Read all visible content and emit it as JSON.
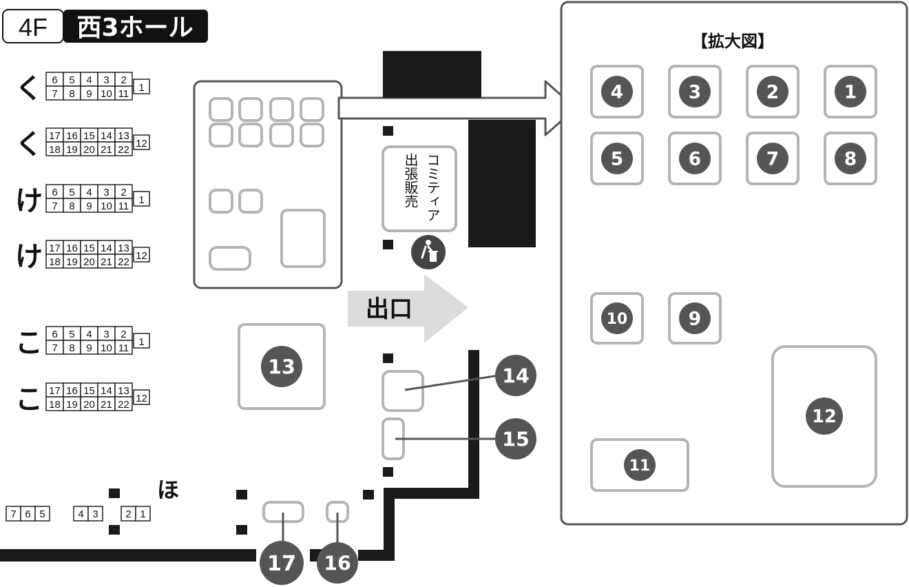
{
  "floor": {
    "level": "4F",
    "hall": "西3ホール"
  },
  "zoom_title": "【拡大図】",
  "exit_label": "出口",
  "sales_booth": {
    "line1": "コミティア",
    "line2": "出張販売"
  },
  "icons": {
    "trash": "trash-can-icon",
    "arrow": "arrow-right-icon"
  },
  "colors": {
    "badge": "#555555",
    "booth_outline": "#b4b4b4",
    "wall": "#1a1a1a",
    "exit_arrow": "#dcdcdc"
  },
  "rows": [
    {
      "label": "く",
      "top": [
        "6",
        "5",
        "4",
        "3",
        "2"
      ],
      "bottom": [
        "7",
        "8",
        "9",
        "10",
        "11"
      ],
      "end": "1"
    },
    {
      "label": "く",
      "top": [
        "17",
        "16",
        "15",
        "14",
        "13"
      ],
      "bottom": [
        "18",
        "19",
        "20",
        "21",
        "22"
      ],
      "end": "12"
    },
    {
      "label": "け",
      "top": [
        "6",
        "5",
        "4",
        "3",
        "2"
      ],
      "bottom": [
        "7",
        "8",
        "9",
        "10",
        "11"
      ],
      "end": "1"
    },
    {
      "label": "け",
      "top": [
        "17",
        "16",
        "15",
        "14",
        "13"
      ],
      "bottom": [
        "18",
        "19",
        "20",
        "21",
        "22"
      ],
      "end": "12"
    },
    {
      "label": "こ",
      "top": [
        "6",
        "5",
        "4",
        "3",
        "2"
      ],
      "bottom": [
        "7",
        "8",
        "9",
        "10",
        "11"
      ],
      "end": "1"
    },
    {
      "label": "こ",
      "top": [
        "17",
        "16",
        "15",
        "14",
        "13"
      ],
      "bottom": [
        "18",
        "19",
        "20",
        "21",
        "22"
      ],
      "end": "12"
    }
  ],
  "ho_row": {
    "label": "ほ",
    "groups": [
      [
        "7",
        "6",
        "5"
      ],
      [
        "4",
        "3"
      ],
      [
        "2",
        "1"
      ]
    ]
  },
  "badges": {
    "b1": "1",
    "b2": "2",
    "b3": "3",
    "b4": "4",
    "b5": "5",
    "b6": "6",
    "b7": "7",
    "b8": "8",
    "b9": "9",
    "b10": "10",
    "b11": "11",
    "b12": "12",
    "b13": "13",
    "b14": "14",
    "b15": "15",
    "b16": "16",
    "b17": "17"
  }
}
